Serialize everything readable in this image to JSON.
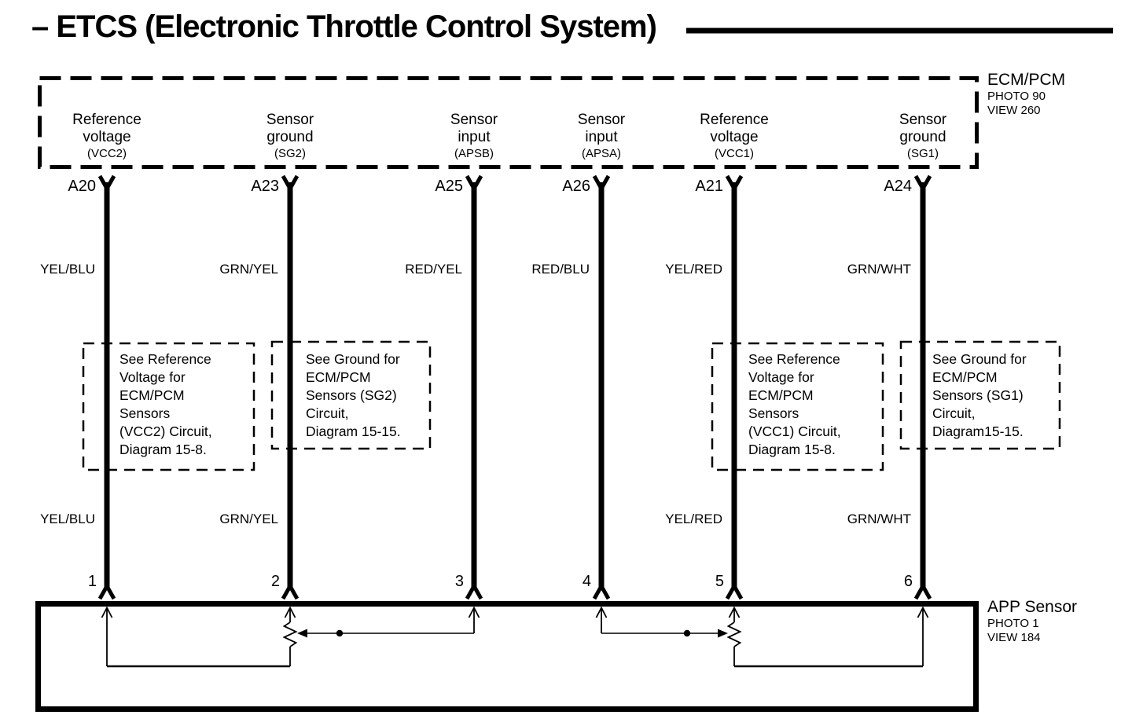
{
  "title": "– ETCS (Electronic Throttle Control System)",
  "ecm_box": {
    "label": "ECM/PCM",
    "photo": "PHOTO 90",
    "view": "VIEW 260"
  },
  "app_box": {
    "label": "APP Sensor",
    "photo": "PHOTO 1",
    "view": "VIEW 184"
  },
  "wires": [
    {
      "fn1": "Reference",
      "fn2": "voltage",
      "code": "(VCC2)",
      "pin": "A20",
      "color_top": "YEL/BLU",
      "color_bottom": "YEL/BLU",
      "num": "1"
    },
    {
      "fn1": "Sensor",
      "fn2": "ground",
      "code": "(SG2)",
      "pin": "A23",
      "color_top": "GRN/YEL",
      "color_bottom": "GRN/YEL",
      "num": "2"
    },
    {
      "fn1": "Sensor",
      "fn2": "input",
      "code": "(APSB)",
      "pin": "A25",
      "color_top": "RED/YEL",
      "color_bottom": "",
      "num": "3"
    },
    {
      "fn1": "Sensor",
      "fn2": "input",
      "code": "(APSA)",
      "pin": "A26",
      "color_top": "RED/BLU",
      "color_bottom": "",
      "num": "4"
    },
    {
      "fn1": "Reference",
      "fn2": "voltage",
      "code": "(VCC1)",
      "pin": "A21",
      "color_top": "YEL/RED",
      "color_bottom": "YEL/RED",
      "num": "5"
    },
    {
      "fn1": "Sensor",
      "fn2": "ground",
      "code": "(SG1)",
      "pin": "A24",
      "color_top": "GRN/WHT",
      "color_bottom": "GRN/WHT",
      "num": "6"
    }
  ],
  "notes": [
    {
      "lines": [
        "See Reference",
        "Voltage for",
        "ECM/PCM",
        "Sensors",
        "(VCC2) Circuit,",
        "Diagram 15-8."
      ]
    },
    {
      "lines": [
        "See Ground for",
        "ECM/PCM",
        "Sensors (SG2)",
        "Circuit,",
        "Diagram 15-15."
      ]
    },
    {
      "lines": [
        "See Reference",
        "Voltage for",
        "ECM/PCM",
        "Sensors",
        "(VCC1) Circuit,",
        "Diagram 15-8."
      ]
    },
    {
      "lines": [
        "See Ground for",
        "ECM/PCM",
        "Sensors (SG1)",
        "Circuit,",
        "Diagram15-15."
      ]
    }
  ],
  "colors": {
    "ink": "#000000",
    "paper": "#ffffff"
  }
}
